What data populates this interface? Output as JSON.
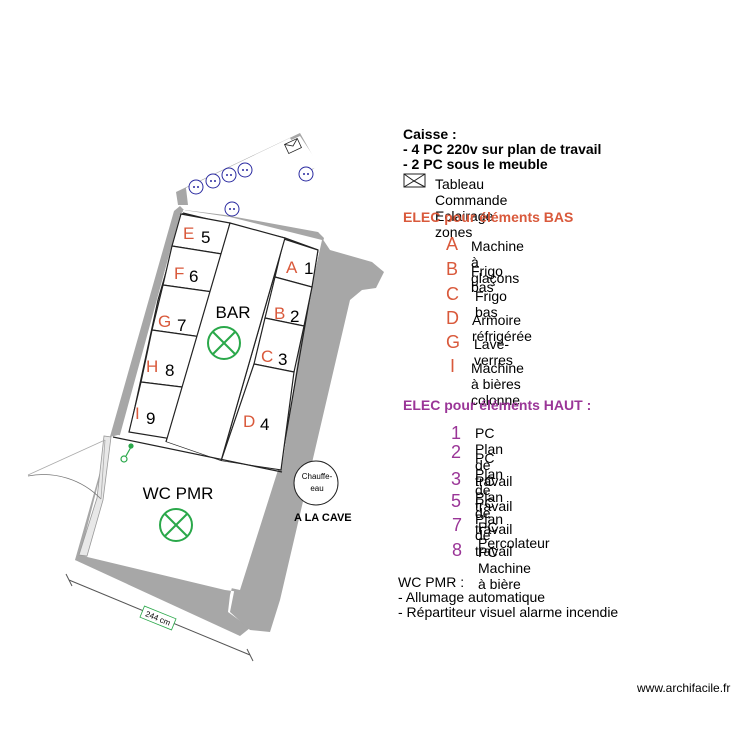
{
  "plan": {
    "bar_label": "BAR",
    "wc_label": "WC PMR",
    "chauffe_eau": [
      "Chauffe-",
      "eau"
    ],
    "cave_label": "A LA CAVE",
    "dimension": "244 cm",
    "zones_left": [
      {
        "letter": "E",
        "number": "5"
      },
      {
        "letter": "F",
        "number": "6"
      },
      {
        "letter": "G",
        "number": "7"
      },
      {
        "letter": "H",
        "number": "8"
      },
      {
        "letter": "I",
        "number": "9"
      }
    ],
    "zones_right": [
      {
        "letter": "A",
        "number": "1"
      },
      {
        "letter": "B",
        "number": "2"
      },
      {
        "letter": "C",
        "number": "3"
      },
      {
        "letter": "D",
        "number": "4"
      }
    ]
  },
  "legend": {
    "caisse_lines": [
      "Caisse :",
      "- 4 PC 220v sur plan de travail",
      "- 2 PC sous le meuble"
    ],
    "tableau": "Tableau Commande Eclairage zones",
    "bas_title": "ELEC pour éléments  BAS",
    "bas_items": [
      {
        "code": "A",
        "label": "Machine à glaçons"
      },
      {
        "code": "B",
        "label": "Frigo bas"
      },
      {
        "code": "C",
        "label": "Frigo bas"
      },
      {
        "code": "D",
        "label": "Armoire réfrigérée"
      },
      {
        "code": "G",
        "label": "Lave-verres"
      },
      {
        "code": "I",
        "label": "Machine à bières colonne"
      }
    ],
    "haut_title": "ELEC pour éléments HAUT :",
    "haut_items": [
      {
        "code": "1",
        "label": "PC Plan de travail"
      },
      {
        "code": "2",
        "label": "PC Plan de travail"
      },
      {
        "code": "3",
        "label": "PC Plan de travail"
      },
      {
        "code": "5",
        "label": "PC Plan de travail"
      },
      {
        "code": "7",
        "label": "PC Percolateur"
      },
      {
        "code": "8",
        "label": "PC Machine à bière"
      }
    ],
    "wc_notes": [
      "WC PMR :",
      "- Allumage automatique",
      "- Répartiteur visuel alarme incendie"
    ]
  },
  "footer": {
    "site": "www.archifacile.fr"
  },
  "colors": {
    "wall": "#a7a7a7",
    "bas": "#d9593b",
    "haut": "#9a3597",
    "light": "#2aa84a",
    "outlet": "#2a2aa0"
  }
}
